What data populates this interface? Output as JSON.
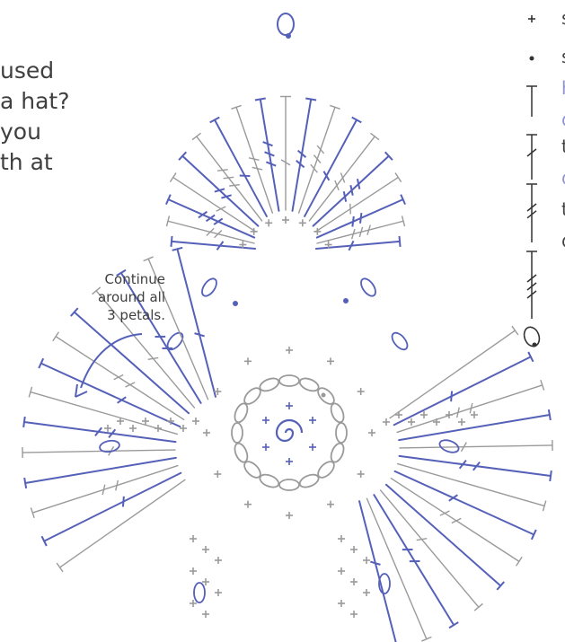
{
  "side_text": [
    "used",
    "a hat?",
    "you",
    "th at"
  ],
  "callout": [
    "Continue",
    "around all",
    "3 petals."
  ],
  "legend": {
    "symbols": [
      "single-crochet-plus",
      "slip-stitch-dot",
      "half-double-crochet-symbol",
      "double-crochet-symbol",
      "treble-crochet-symbol",
      "double-treble-crochet-symbol",
      "magic-ring-symbol"
    ],
    "label_letters": [
      "s",
      "s",
      "h",
      "d",
      "t",
      "d",
      "t",
      "d"
    ]
  },
  "colors": {
    "blue_stitch": "#5560b8",
    "grey_stitch": "#9a9a9a",
    "text": "#3f3f3f",
    "legend_accent": "#8f94cf"
  }
}
